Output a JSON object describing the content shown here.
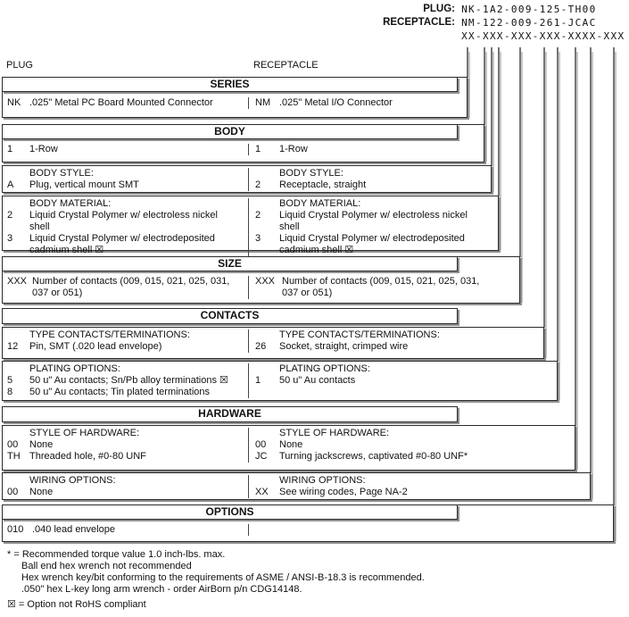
{
  "accent_colors": {
    "ink": "#111111",
    "border": "#2a2a2a",
    "shadow": "#8f8f8f"
  },
  "part_number_examples": {
    "plug_label": "PLUG:",
    "plug_value": "NK-1A2-009-125-TH00",
    "receptacle_label": "RECEPTACLE:",
    "receptacle_value": "NM-122-009-261-JCAC",
    "code_mask": "XX-XXX-XXX-XXX-XXXX-XXX"
  },
  "columns": {
    "left": "PLUG",
    "right": "RECEPTACLE"
  },
  "sections": {
    "series": {
      "title": "SERIES",
      "left": [
        {
          "code": "NK",
          "desc": ".025\" Metal PC Board Mounted Connector"
        }
      ],
      "right": [
        {
          "code": "NM",
          "desc": ".025\" Metal I/O Connector"
        }
      ]
    },
    "body": {
      "title": "BODY",
      "left": [
        {
          "code": "1",
          "desc": "1-Row"
        }
      ],
      "right": [
        {
          "code": "1",
          "desc": "1-Row"
        }
      ]
    },
    "body_style": {
      "left_label": "BODY STYLE:",
      "right_label": "BODY STYLE:",
      "left": [
        {
          "code": "A",
          "desc": "Plug, vertical mount SMT"
        }
      ],
      "right": [
        {
          "code": "2",
          "desc": "Receptacle, straight"
        }
      ]
    },
    "body_material": {
      "left_label": "BODY MATERIAL:",
      "right_label": "BODY MATERIAL:",
      "left": [
        {
          "code": "2",
          "desc": "Liquid Crystal Polymer w/ electroless nickel shell"
        },
        {
          "code": "3",
          "desc": "Liquid Crystal Polymer w/ electrodeposited cadmium shell ☒"
        }
      ],
      "right": [
        {
          "code": "2",
          "desc": "Liquid Crystal Polymer w/ electroless nickel shell"
        },
        {
          "code": "3",
          "desc": "Liquid Crystal Polymer w/ electrodeposited cadmium shell ☒"
        }
      ]
    },
    "size": {
      "title": "SIZE",
      "left": [
        {
          "code": "XXX",
          "desc": "Number of contacts (009, 015, 021, 025, 031, 037 or 051)"
        }
      ],
      "right": [
        {
          "code": "XXX",
          "desc": "Number of contacts (009, 015, 021, 025, 031, 037 or 051)"
        }
      ]
    },
    "contacts": {
      "title": "CONTACTS"
    },
    "contacts_type": {
      "left_label": "TYPE CONTACTS/TERMINATIONS:",
      "right_label": "TYPE CONTACTS/TERMINATIONS:",
      "left": [
        {
          "code": "12",
          "desc": "Pin, SMT (.020 lead envelope)"
        }
      ],
      "right": [
        {
          "code": "26",
          "desc": "Socket, straight, crimped wire"
        }
      ]
    },
    "plating": {
      "left_label": "PLATING OPTIONS:",
      "right_label": "PLATING OPTIONS:",
      "left": [
        {
          "code": "5",
          "desc": "50 u\" Au contacts; Sn/Pb alloy terminations ☒"
        },
        {
          "code": "8",
          "desc": "50 u\" Au contacts; Tin plated terminations"
        }
      ],
      "right": [
        {
          "code": "1",
          "desc": "50 u\" Au contacts"
        }
      ]
    },
    "hardware": {
      "title": "HARDWARE"
    },
    "hardware_style": {
      "left_label": "STYLE OF HARDWARE:",
      "right_label": "STYLE OF HARDWARE:",
      "left": [
        {
          "code": "00",
          "desc": "None"
        },
        {
          "code": "TH",
          "desc": "Threaded hole, #0-80 UNF"
        }
      ],
      "right": [
        {
          "code": "00",
          "desc": "None"
        },
        {
          "code": "JC",
          "desc": "Turning jackscrews, captivated #0-80 UNF*"
        }
      ]
    },
    "wiring": {
      "left_label": "WIRING OPTIONS:",
      "right_label": "WIRING OPTIONS:",
      "left": [
        {
          "code": "00",
          "desc": "None"
        }
      ],
      "right": [
        {
          "code": "XX",
          "desc": "See wiring codes, Page NA-2"
        }
      ]
    },
    "options": {
      "title": "OPTIONS",
      "left": [
        {
          "code": "010",
          "desc": ".040 lead envelope"
        }
      ],
      "right": []
    }
  },
  "footnotes": {
    "torque_note_line1": "* = Recommended torque value 1.0 inch-lbs. max.",
    "torque_note_line2": "Ball end hex wrench not recommended",
    "torque_note_line3": "Hex wrench key/bit conforming to the requirements of ASME / ANSI-B-18.3 is recommended.",
    "torque_note_line4": ".050\" hex L-key long arm wrench - order AirBorn p/n CDG14148.",
    "rohs_note": "☒ = Option not RoHS compliant"
  }
}
